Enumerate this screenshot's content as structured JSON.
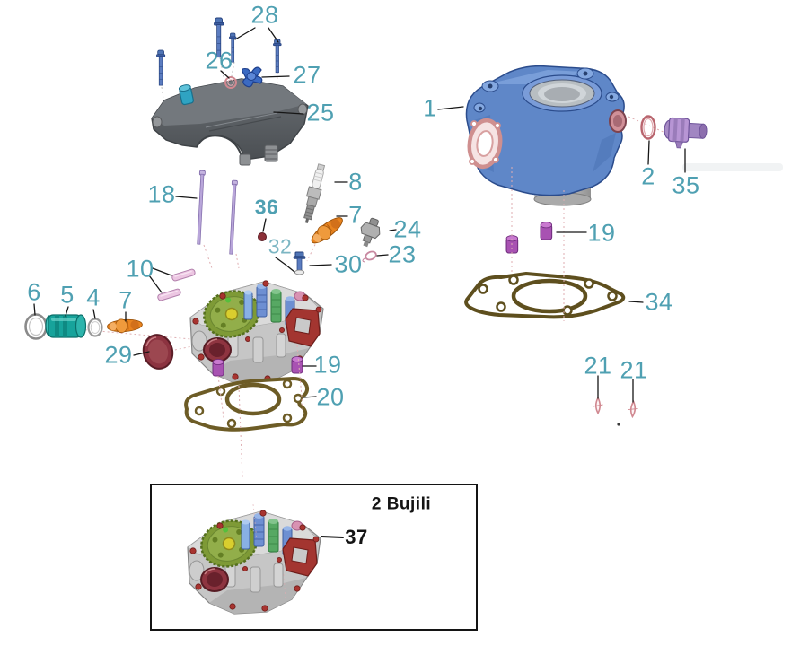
{
  "diagram_title": "engine cylinder head and cylinder exploded parts diagram",
  "labels": {
    "p28": "28",
    "p26": "26",
    "p27": "27",
    "p25": "25",
    "p18": "18",
    "p8": "8",
    "p7a": "7",
    "p36": "36",
    "p24": "24",
    "p23": "23",
    "p32": "32",
    "p30": "30",
    "p10": "10",
    "p6": "6",
    "p5": "5",
    "p4": "4",
    "p7b": "7",
    "p29": "29",
    "p19a": "19",
    "p20": "20",
    "p1": "1",
    "p2": "2",
    "p35": "35",
    "p19b": "19",
    "p34": "34",
    "p21a": "21",
    "p21b": "21"
  },
  "inset": {
    "title": "2 Bujili",
    "callout": "37"
  },
  "colors": {
    "callout_teal": "#4fa0b2",
    "callout_teal_light": "#7cb6c3",
    "ink": "#141414",
    "block_blue": "#5f87c8",
    "cover_gray": "#5a5e62",
    "head_silver": "#c6c6c6",
    "accent_red": "#a33530",
    "gasket_olive": "#6d5c26",
    "part_teal": "#17a39b",
    "part_orange": "#e8831f",
    "dowel_purple": "#a852b2",
    "bolt_blue": "#4f74b5",
    "stud_lilac": "#b9a6da",
    "oring_pink": "#cf8f8f"
  }
}
